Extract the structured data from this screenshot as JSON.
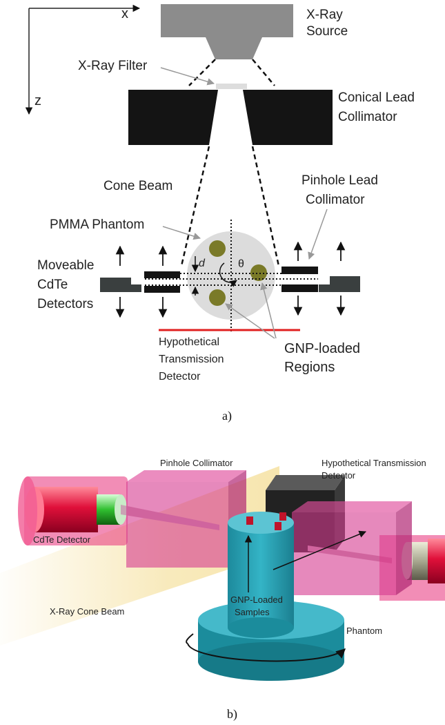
{
  "panel_a": {
    "axis_x": "x",
    "axis_z": "z",
    "source_line1": "X-Ray",
    "source_line2": "Source",
    "filter": "X-Ray Filter",
    "collimator_line1": "Conical Lead",
    "collimator_line2": "Collimator",
    "cone_beam": "Cone Beam",
    "pinhole_line1": "Pinhole Lead",
    "pinhole_line2": "Collimator",
    "phantom": "PMMA Phantom",
    "moveable_line1": "Moveable",
    "moveable_line2": "CdTe",
    "moveable_line3": "Detectors",
    "d_symbol": "d",
    "theta_symbol": "θ",
    "hyp_line1": "Hypothetical",
    "hyp_line2": "Transmission",
    "hyp_line3": "Detector",
    "gnp_line1": "GNP-loaded",
    "gnp_line2": "Regions",
    "caption": "a)"
  },
  "panel_b": {
    "pinhole": "Pinhole Collimator",
    "hyp_line1": "Hypothetical Transmission",
    "hyp_line2": "Detector",
    "cdte": "CdTe Detector",
    "cone": "X-Ray Cone Beam",
    "samples_line1": "GNP-Loaded",
    "samples_line2": "Samples",
    "phantom": "Phantom",
    "caption": "b)"
  },
  "colors": {
    "source": "#8c8c8c",
    "lead": "#141414",
    "phantom_disk": "#dcdcdc",
    "gnp": "#7a7a28",
    "transmission": "#e02020",
    "detector": "#3a3f3f",
    "magenta": "#d63a8f",
    "cyan": "#2aa5b8",
    "beam": "#f6e3a6"
  }
}
